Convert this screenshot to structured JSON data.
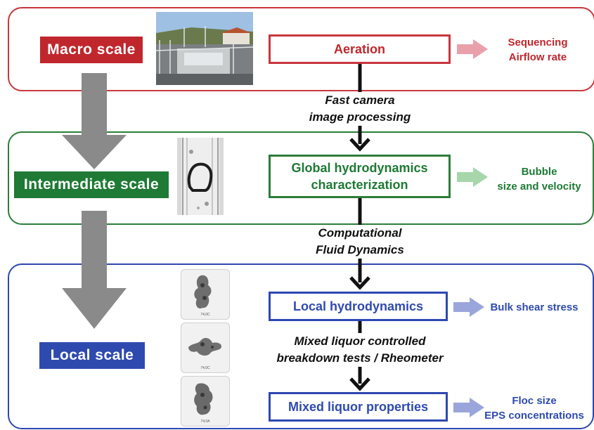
{
  "scales": {
    "macro": "Macro scale",
    "intermediate": "Intermediate scale",
    "local": "Local scale"
  },
  "process_boxes": {
    "aeration": "Aeration",
    "global_hydro": "Global hydrodynamics characterization",
    "local_hydro": "Local hydrodynamics",
    "mixed_liquor": "Mixed liquor properties"
  },
  "outputs": {
    "aeration": [
      "Sequencing",
      "Airflow rate"
    ],
    "global_hydro": [
      "Bubble",
      "size and velocity"
    ],
    "local_hydro": [
      "Bulk shear stress"
    ],
    "mixed_liquor": [
      "Floc size",
      "EPS concentrations"
    ]
  },
  "methods": {
    "macro_to_intermediate": [
      "Fast camera",
      "image processing"
    ],
    "intermediate_to_local": [
      "Computational",
      "Fluid Dynamics"
    ],
    "local_to_properties": [
      "Mixed liquor controlled",
      "breakdown tests / Rheometer"
    ]
  },
  "colors": {
    "macro": "#c0272d",
    "intermediate": "#1e7a34",
    "local": "#2f4aaf",
    "big_arrow": "#8a8a8a"
  },
  "images": {
    "macro_photo": "wastewater-treatment-plant-photo",
    "intermediate_photo": "bubble-column-photo",
    "local_photos": [
      "floc-micrograph",
      "floc-micrograph",
      "floc-micrograph"
    ]
  }
}
